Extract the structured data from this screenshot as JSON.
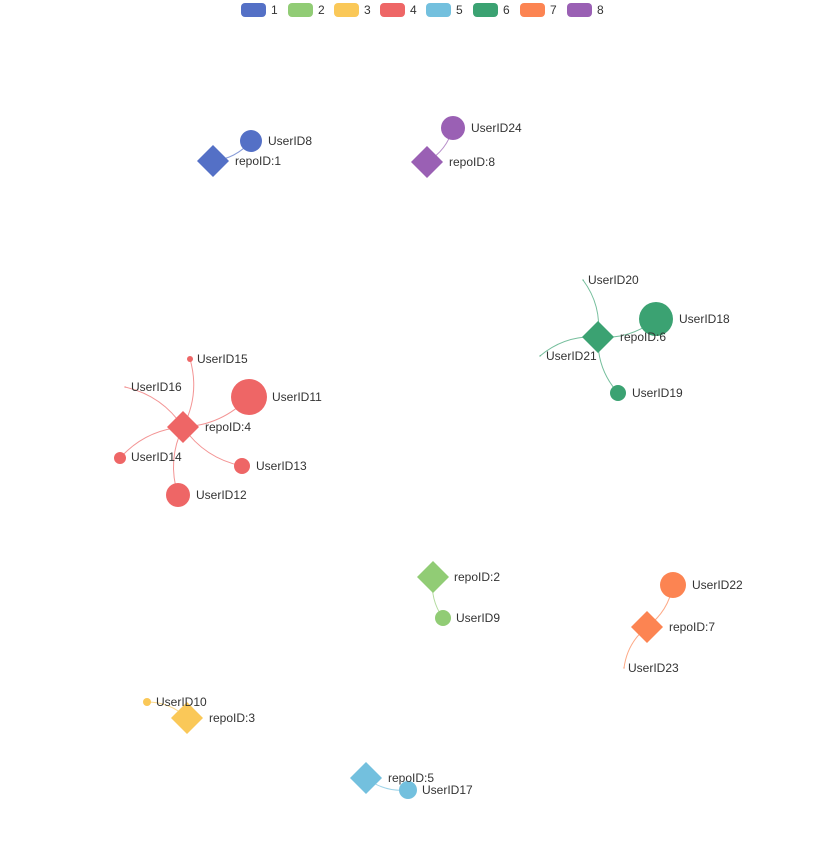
{
  "legend": [
    {
      "label": "1",
      "color": "#5470c6"
    },
    {
      "label": "2",
      "color": "#91cc75"
    },
    {
      "label": "3",
      "color": "#fac858"
    },
    {
      "label": "4",
      "color": "#ee6666"
    },
    {
      "label": "5",
      "color": "#73c0de"
    },
    {
      "label": "6",
      "color": "#3ba272"
    },
    {
      "label": "7",
      "color": "#fc8452"
    },
    {
      "label": "8",
      "color": "#9a60b4"
    }
  ],
  "nodes": [
    {
      "id": "repoID:1",
      "label": "repoID:1",
      "shape": "diamond",
      "category": 1
    },
    {
      "id": "UserID8",
      "label": "UserID8",
      "shape": "circle",
      "category": 1
    },
    {
      "id": "repoID:8",
      "label": "repoID:8",
      "shape": "diamond",
      "category": 8
    },
    {
      "id": "UserID24",
      "label": "UserID24",
      "shape": "circle",
      "category": 8
    },
    {
      "id": "repoID:6",
      "label": "repoID:6",
      "shape": "diamond",
      "category": 6
    },
    {
      "id": "UserID20",
      "label": "UserID20",
      "shape": "circle",
      "category": 6
    },
    {
      "id": "UserID18",
      "label": "UserID18",
      "shape": "circle",
      "category": 6
    },
    {
      "id": "UserID21",
      "label": "UserID21",
      "shape": "circle",
      "category": 6
    },
    {
      "id": "UserID19",
      "label": "UserID19",
      "shape": "circle",
      "category": 6
    },
    {
      "id": "repoID:4",
      "label": "repoID:4",
      "shape": "diamond",
      "category": 4
    },
    {
      "id": "UserID15",
      "label": "UserID15",
      "shape": "circle",
      "category": 4
    },
    {
      "id": "UserID16",
      "label": "UserID16",
      "shape": "circle",
      "category": 4
    },
    {
      "id": "UserID11",
      "label": "UserID11",
      "shape": "circle",
      "category": 4
    },
    {
      "id": "UserID14",
      "label": "UserID14",
      "shape": "circle",
      "category": 4
    },
    {
      "id": "UserID13",
      "label": "UserID13",
      "shape": "circle",
      "category": 4
    },
    {
      "id": "UserID12",
      "label": "UserID12",
      "shape": "circle",
      "category": 4
    },
    {
      "id": "repoID:2",
      "label": "repoID:2",
      "shape": "diamond",
      "category": 2
    },
    {
      "id": "UserID9",
      "label": "UserID9",
      "shape": "circle",
      "category": 2
    },
    {
      "id": "repoID:7",
      "label": "repoID:7",
      "shape": "diamond",
      "category": 7
    },
    {
      "id": "UserID22",
      "label": "UserID22",
      "shape": "circle",
      "category": 7
    },
    {
      "id": "UserID23",
      "label": "UserID23",
      "shape": "circle",
      "category": 7
    },
    {
      "id": "repoID:3",
      "label": "repoID:3",
      "shape": "diamond",
      "category": 3
    },
    {
      "id": "UserID10",
      "label": "UserID10",
      "shape": "circle",
      "category": 3
    },
    {
      "id": "repoID:5",
      "label": "repoID:5",
      "shape": "diamond",
      "category": 5
    },
    {
      "id": "UserID17",
      "label": "UserID17",
      "shape": "circle",
      "category": 5
    }
  ],
  "edges": [
    {
      "source": "repoID:1",
      "target": "UserID8"
    },
    {
      "source": "repoID:8",
      "target": "UserID24"
    },
    {
      "source": "repoID:6",
      "target": "UserID20"
    },
    {
      "source": "repoID:6",
      "target": "UserID18"
    },
    {
      "source": "repoID:6",
      "target": "UserID21"
    },
    {
      "source": "repoID:6",
      "target": "UserID19"
    },
    {
      "source": "repoID:4",
      "target": "UserID15"
    },
    {
      "source": "repoID:4",
      "target": "UserID16"
    },
    {
      "source": "repoID:4",
      "target": "UserID11"
    },
    {
      "source": "repoID:4",
      "target": "UserID14"
    },
    {
      "source": "repoID:4",
      "target": "UserID13"
    },
    {
      "source": "repoID:4",
      "target": "UserID12"
    },
    {
      "source": "repoID:2",
      "target": "UserID9"
    },
    {
      "source": "repoID:7",
      "target": "UserID22"
    },
    {
      "source": "repoID:7",
      "target": "UserID23"
    },
    {
      "source": "repoID:3",
      "target": "UserID10"
    },
    {
      "source": "repoID:5",
      "target": "UserID17"
    }
  ]
}
